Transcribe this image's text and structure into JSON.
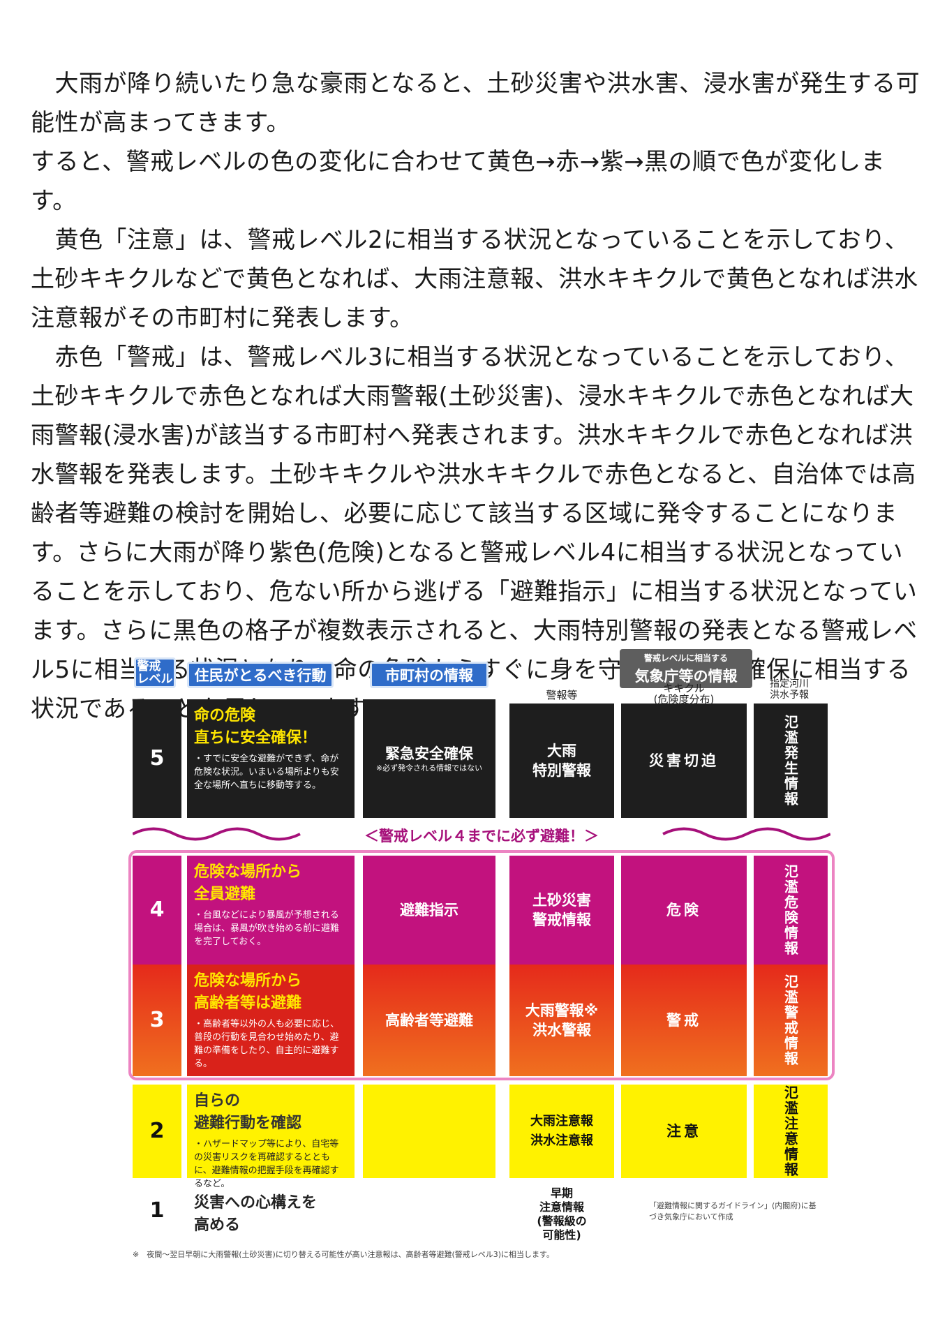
{
  "paragraphs": [
    "　大雨が降り続いたり急な豪雨となると、土砂災害や洪水害、浸水害が発生する可能性が高まってきます。",
    "すると、警戒レベルの色の変化に合わせて黄色→赤→紫→黒の順で色が変化します。",
    "　黄色「注意」は、警戒レベル2に相当する状況となっていることを示しており、土砂キキクルなどで黄色となれば、大雨注意報、洪水キキクルで黄色となれば洪水注意報がその市町村に発表します。",
    "　赤色「警戒」は、警戒レベル3に相当する状況となっていることを示しており、土砂キキクルで赤色となれば大雨警報(土砂災害)、浸水キキクルで赤色となれば大雨警報(浸水害)が該当する市町村へ発表されます。洪水キキクルで赤色となれば洪水警報を発表します。土砂キキクルや洪水キキクルで赤色となると、自治体では高齢者等避難の検討を開始し、必要に応じて該当する区域に発令することになります。さらに大雨が降り紫色(危険)となると警戒レベル4に相当する状況となっていることを示しており、危ない所から逃げる「避難指示」に相当する状況となっています。さらに黒色の格子が複数表示されると、大雨特別警報の発表となる警戒レベル5に相当する状況となり、命の危険からすぐに身を守る緊急安全確保に相当する状況であることを示しています。"
  ],
  "chart": {
    "header": {
      "level": "警戒\nレベル",
      "action": "住民がとるべき行動",
      "municipal": "市町村の情報",
      "jma_small": "警戒レベルに相当する",
      "jma_big": "気象庁等の情報",
      "col_warning": "警報等",
      "col_kikikuru": "キキクル\n(危険度分布)",
      "col_river": "指定河川\n洪水予報"
    },
    "banner": "＜警戒レベル４までに必ず避難！＞",
    "levels": [
      {
        "level": "5",
        "action_title1": "命の危険",
        "action_title2": "直ちに安全確保！",
        "action_note": "・すでに安全な避難ができず、命が危険な状況。いまいる場所よりも安全な場所へ直ちに移動等する。",
        "municipal": "緊急安全確保",
        "municipal_note": "※必ず発令される情報ではない",
        "warning": "大雨\n特別警報",
        "kikikuru": "災害切迫",
        "river": "氾濫発生情報"
      },
      {
        "level": "4",
        "action_title1": "危険な場所から",
        "action_title2": "全員避難",
        "action_note": "・台風などにより暴風が予想される場合は、暴風が吹き始める前に避難を完了しておく。",
        "municipal": "避難指示",
        "warning": "土砂災害\n警戒情報",
        "kikikuru": "危険",
        "river": "氾濫危険情報"
      },
      {
        "level": "3",
        "action_title1": "危険な場所から",
        "action_title2": "高齢者等は避難",
        "action_note": "・高齢者等以外の人も必要に応じ、普段の行動を見合わせ始めたり、避難の準備をしたり、自主的に避難する。",
        "municipal": "高齢者等避難",
        "warning": "大雨警報※\n洪水警報",
        "kikikuru": "警戒",
        "river": "氾濫警戒情報"
      },
      {
        "level": "2",
        "action_title1": "自らの",
        "action_title2": "避難行動を確認",
        "action_note": "・ハザードマップ等により、自宅等の災害リスクを再確認するとともに、避難情報の把握手段を再確認するなど。",
        "municipal": "",
        "warning": "大雨注意報\n洪水注意報",
        "kikikuru": "注意",
        "river": "氾濫注意情報"
      },
      {
        "level": "1",
        "action_title1": "災害への心構えを",
        "action_title2": "高める",
        "warning": "早期\n注意情報\n(警報級の\n可能性)"
      }
    ],
    "source_note": "「避難情報に関するガイドライン」(内閣府)に基づき気象庁において作成",
    "footnote": "※　夜間～翌日早朝に大雨警報(土砂災害)に切り替える可能性が高い注意報は、高齢者等避難(警戒レベル3)に相当します。"
  },
  "colors": {
    "level5": "#1e1e1e",
    "level4": "#c2127e",
    "level3": "#e8361c",
    "level2": "#fff200",
    "header_blue": "#2f6cc9",
    "banner": "#a6107a"
  }
}
